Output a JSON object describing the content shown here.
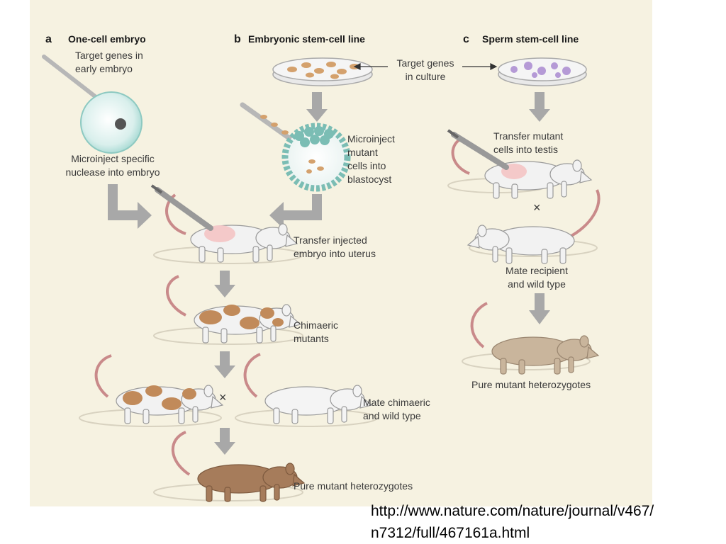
{
  "panel_a": {
    "letter": "a",
    "title": "One-cell embryo",
    "target": "Target genes in\nearly embryo",
    "microinject": "Microinject specific\nnuclease into embryo"
  },
  "panel_b": {
    "letter": "b",
    "title": "Embryonic stem-cell line",
    "microinject": "Microinject\nmutant\ncells into\nblastocyst"
  },
  "panel_c": {
    "letter": "c",
    "title": "Sperm stem-cell line",
    "transfer": "Transfer mutant\ncells into testis",
    "mate": "Mate recipient\nand wild type",
    "result": "Pure mutant heterozygotes"
  },
  "shared": {
    "target_culture": "Target genes\nin culture",
    "transfer_uterus": "Transfer injected\nembryo into uterus",
    "chimaeric": "Chimaeric\nmutants",
    "mate_chimaeric": "Mate chimaeric\nand wild type",
    "result": "Pure mutant heterozygotes",
    "cross_symbol": "×"
  },
  "colors": {
    "background": "#f6f2e1",
    "arrow": "#a8a8a8",
    "white_mouse": "#f2f2f2",
    "spot_brown": "#c18a5a",
    "mutant_brown": "#a67c5b",
    "beige_mouse": "#c9b59c",
    "tail": "#c98a8a"
  },
  "source_url": "http://www.nature.com/nature/journal/v467/\nn7312/full/467161a.html"
}
